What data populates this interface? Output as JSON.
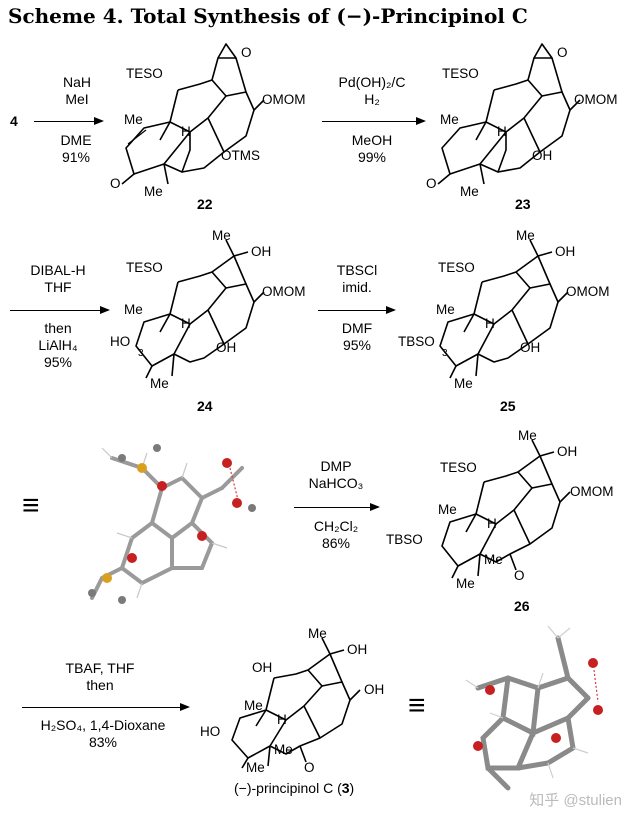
{
  "title": "Scheme 4. Total Synthesis of (−)-Principinol C",
  "start_compound": "4",
  "steps": [
    {
      "above": [
        "NaH",
        "MeI"
      ],
      "below": [
        "DME",
        "91%"
      ]
    },
    {
      "above": [
        "Pd(OH)₂/C",
        "H₂"
      ],
      "below": [
        "MeOH",
        "99%"
      ]
    },
    {
      "above": [
        "DIBAL-H",
        "THF"
      ],
      "below": [
        "then",
        "LiAlH₄",
        "95%"
      ]
    },
    {
      "above": [
        "TBSCl",
        "imid."
      ],
      "below": [
        "DMF",
        "95%"
      ]
    },
    {
      "above": [
        "DMP",
        "NaHCO₃"
      ],
      "below": [
        "CH₂Cl₂",
        "86%"
      ]
    },
    {
      "above": [
        "TBAF, THF",
        "then"
      ],
      "below": [
        "H₂SO₄, 1,4-Dioxane",
        "83%"
      ]
    }
  ],
  "compounds": {
    "c22": {
      "number": "22",
      "TESO": "TESO",
      "Me": "Me",
      "OMOM": "OMOM",
      "OTMS": "OTMS",
      "O_oxirane": "O",
      "H": "H",
      "O_ketone": "O",
      "Me2": "Me"
    },
    "c23": {
      "number": "23",
      "TESO": "TESO",
      "Me": "Me",
      "OMOM": "OMOM",
      "OH": "OH",
      "O_oxirane": "O",
      "H": "H",
      "O_ketone": "O",
      "Me2": "Me"
    },
    "c24": {
      "number": "24",
      "TESO": "TESO",
      "Me": "Me",
      "OMOM": "OMOM",
      "OH": "OH",
      "OH2": "OH",
      "HO": "HO",
      "c3": "3",
      "H": "H",
      "MeTop": "Me",
      "Me2": "Me"
    },
    "c25": {
      "number": "25",
      "TESO": "TESO",
      "Me": "Me",
      "OMOM": "OMOM",
      "OH": "OH",
      "OH2": "OH",
      "TBSO": "TBSO",
      "c3": "3",
      "H": "H",
      "MeTop": "Me",
      "Me2": "Me"
    },
    "c26": {
      "number": "26",
      "TESO": "TESO",
      "Me": "Me",
      "OMOM": "OMOM",
      "OH": "OH",
      "TBSO": "TBSO",
      "H": "H",
      "MeTop": "Me",
      "Me2": "Me",
      "Me3": "Me",
      "O_ketone": "O"
    },
    "c3": {
      "name": "(−)-principinol C (",
      "number": "3",
      "close": ")",
      "OH": "OH",
      "OH2": "OH",
      "OH3": "OH",
      "HO": "HO",
      "H": "H",
      "Me": "Me",
      "MeTop": "Me",
      "Me2": "Me",
      "Me3": "Me",
      "O_ketone": "O"
    }
  },
  "equiv_symbol": "≡",
  "watermark": "知乎 @stulien"
}
